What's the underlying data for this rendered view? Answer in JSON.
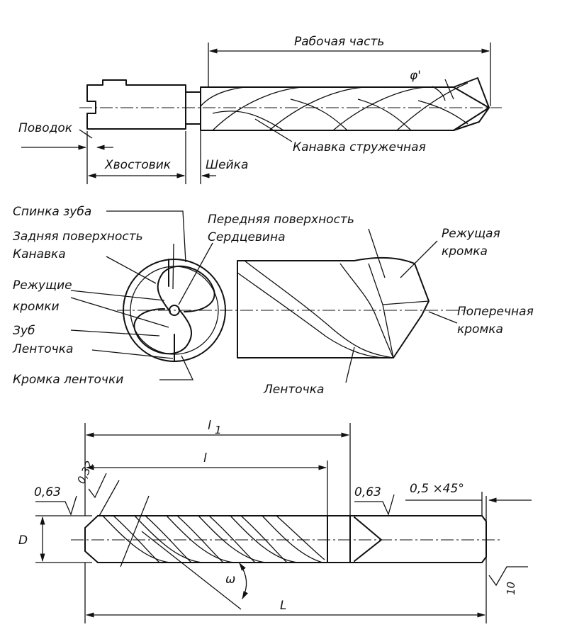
{
  "top_view": {
    "working_part": "Рабочая часть",
    "angle_phi": "φ'",
    "driver": "Поводок",
    "flute": "Канавка стружечная",
    "shank": "Хвостовик",
    "neck": "Шейка"
  },
  "middle_view": {
    "tooth_back": "Спинка зуба",
    "rear_surface": "Задняя поверхность",
    "groove": "Канавка",
    "cutting_edges_1": "Режущие",
    "cutting_edges_2": "кромки",
    "tooth": "Зуб",
    "land_left": "Ленточка",
    "land_edge": "Кромка ленточки",
    "front_surface": "Передняя поверхность",
    "core": "Сердцевина",
    "cutting_edge_1": "Режущая",
    "cutting_edge_2": "кромка",
    "transverse_edge_1": "Поперечная",
    "transverse_edge_2": "кромка",
    "land_right": "Ленточка"
  },
  "bottom_view": {
    "l1": "l",
    "l1_sub": "1",
    "l": "l",
    "L": "L",
    "D": "D",
    "omega": "ω",
    "rough_left": "0,63",
    "rough_mid": "0,63",
    "rough_tip": "0,32",
    "chamfer": "0,5 ×45°",
    "rough_end": "10"
  }
}
